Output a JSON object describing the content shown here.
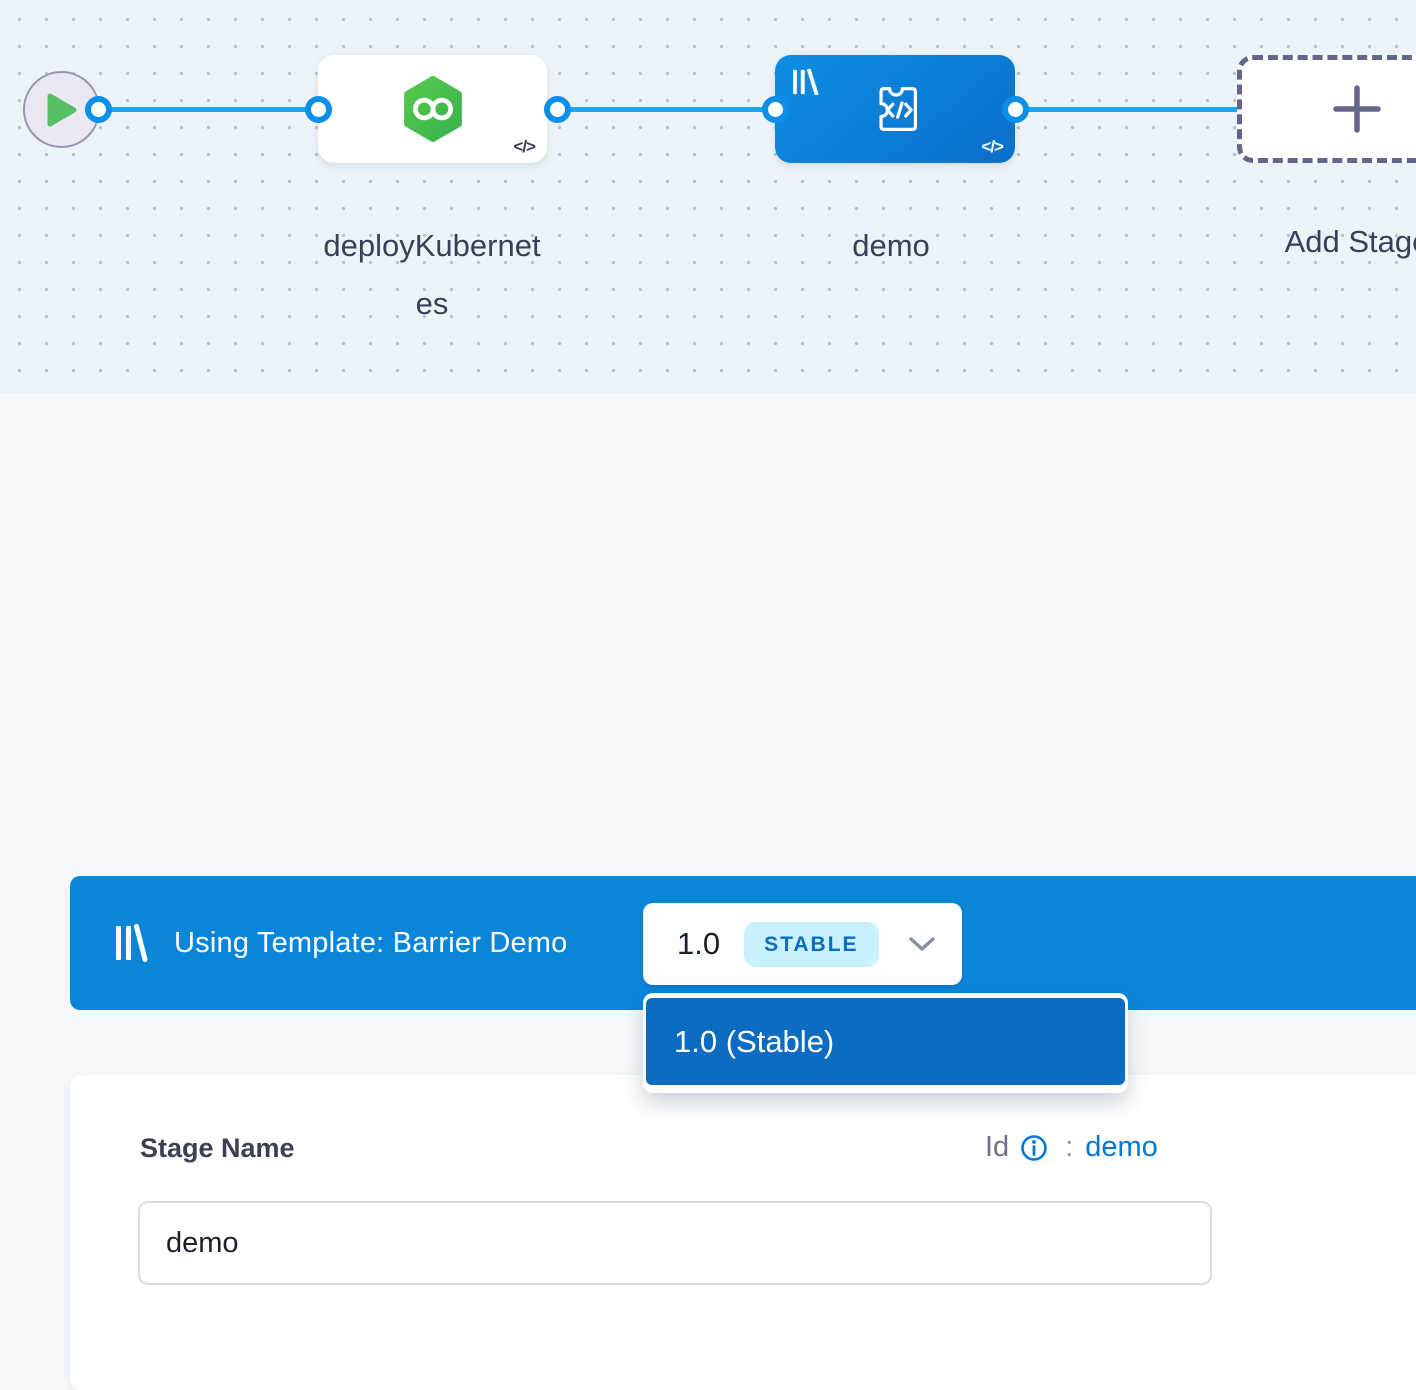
{
  "canvas": {
    "start_node": {
      "type": "pipeline-start"
    },
    "stages": {
      "deploy": {
        "label": "deployKubernetes",
        "code_badge": "</>"
      },
      "demo": {
        "label": "demo",
        "code_badge": "</>",
        "selected": true
      },
      "add": {
        "label": "Add Stage",
        "plus": "+"
      }
    }
  },
  "template_banner": {
    "text": "Using Template: Barrier Demo",
    "version_value": "1.0",
    "version_badge": "STABLE"
  },
  "version_dropdown": {
    "items": [
      {
        "label": "1.0 (Stable)",
        "selected": true
      }
    ],
    "selected_label": "1.0 (Stable)"
  },
  "stage_form": {
    "name_label": "Stage Name",
    "id_label": "Id",
    "id_separator": ":",
    "id_value": "demo",
    "name_value": "demo"
  },
  "icons": {
    "play-icon": "green triangle",
    "harness-deploy-icon": "green hexagon with infinity",
    "custom-stage-icon": "puzzle square with </>",
    "template-library-icon": "two bars and slanted bar",
    "code-icon": "</>",
    "plus-icon": "+",
    "chevron-down-icon": "v",
    "info-icon": "circled i"
  },
  "colors": {
    "accent_blue": "#0278d5",
    "banner_blue": "#0a86d9",
    "dropdown_item_blue": "#0b6cc1",
    "edge_blue": "#1aa5f2",
    "badge_bg": "#c8f0fd",
    "hexagon_green": "#42bb4b",
    "play_green": "#58c064",
    "label_dark": "#3b3e57"
  }
}
